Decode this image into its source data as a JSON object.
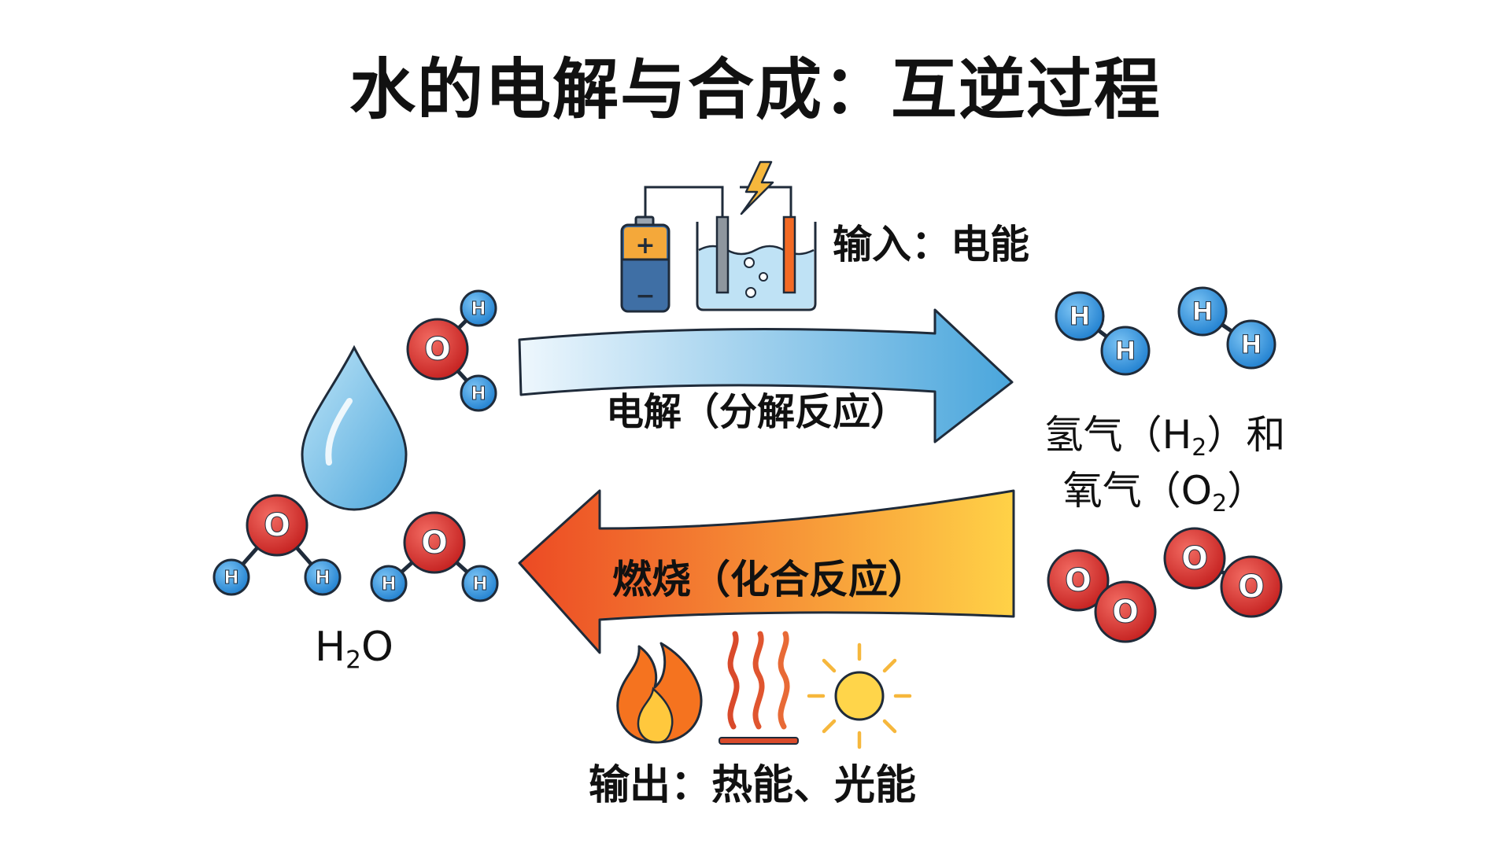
{
  "title": "水的电解与合成：互逆过程",
  "input_label": "输入：电能",
  "electrolysis_label": "电解（分解反应）",
  "combustion_label": "燃烧（化合反应）",
  "output_label": "输出：热能、光能",
  "water_label": {
    "main": "H",
    "sub": "2",
    "tail": "O"
  },
  "products": {
    "hydrogen": {
      "prefix": "氢气（H",
      "sub": "2",
      "suffix": "）和"
    },
    "oxygen": {
      "prefix": "氧气（O",
      "sub": "2",
      "suffix": "）"
    }
  },
  "atoms": {
    "hydrogen": "H",
    "oxygen": "O"
  },
  "battery_plus": "+",
  "battery_minus": "−",
  "colors": {
    "hydrogen_atom": "#2f8fd6",
    "oxygen_atom": "#d32f2f",
    "water_drop": "#7cc3ea",
    "electrolysis_arrow_start": "#eaf5fc",
    "electrolysis_arrow_end": "#4aa6dc",
    "combustion_arrow_start": "#ec4a24",
    "combustion_arrow_end": "#ffd247",
    "battery_top": "#f4a83a",
    "battery_bottom": "#3f6fa5",
    "sun": "#ffd54a",
    "flame": "#f5731f",
    "heat_waves": "#d94a2b"
  },
  "icons": [
    "water-drop-icon",
    "battery-icon",
    "lightning-icon",
    "electrolysis-cell-icon",
    "flame-icon",
    "heat-waves-icon",
    "sun-icon"
  ]
}
